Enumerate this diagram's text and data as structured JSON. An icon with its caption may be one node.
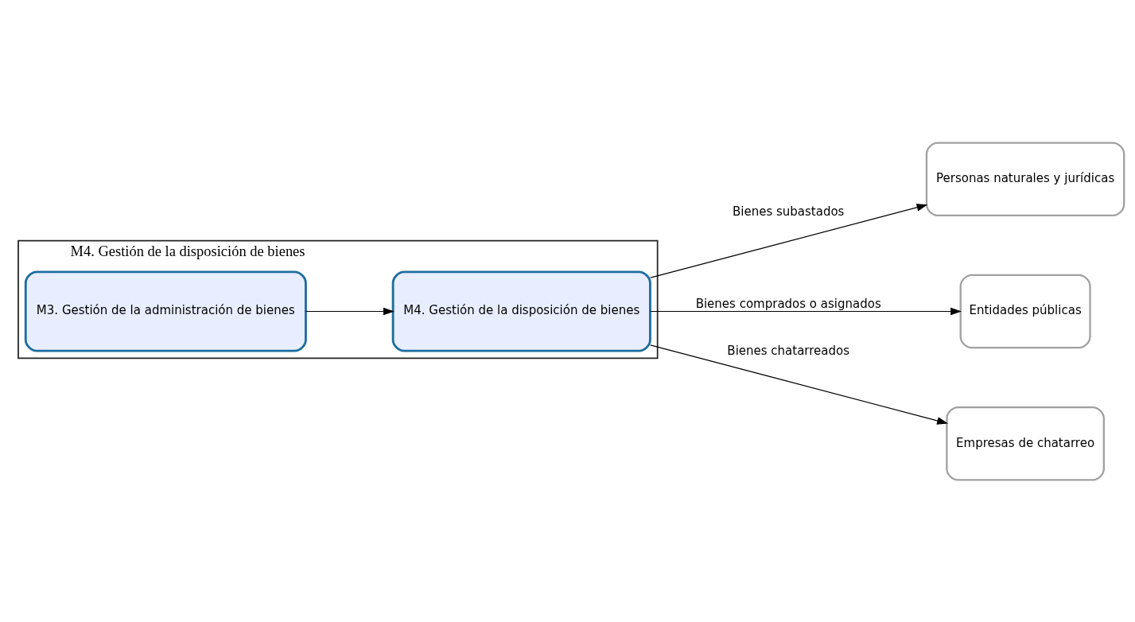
{
  "diagram": {
    "nodes": [
      {
        "text": [
          "M4. Gestión de la disposición de bienes"
        ]
      },
      {
        "text": [
          "M3. Gestión de la administración de bienes"
        ],
        "in": 0
      },
      {
        "text": [
          "M4. Gestión de la disposición de bienes"
        ],
        "in": 0
      },
      {
        "text": [
          "Personas naturales y jurídicas"
        ]
      },
      {
        "text": [
          "Entidades públicas"
        ]
      },
      {
        "text": [
          "Empresas de chatarreo"
        ]
      }
    ],
    "edges": [
      {
        "from": 1,
        "to": 2,
        "arrow": "to"
      },
      {
        "from": 2,
        "to": 3,
        "arrow": "to",
        "label": "Bienes subastados"
      },
      {
        "from": 2,
        "to": 4,
        "arrow": "to",
        "label": "Bienes comprados o asignados"
      },
      {
        "from": 2,
        "to": 5,
        "arrow": "to",
        "label": "Bienes chatarreados"
      }
    ]
  }
}
